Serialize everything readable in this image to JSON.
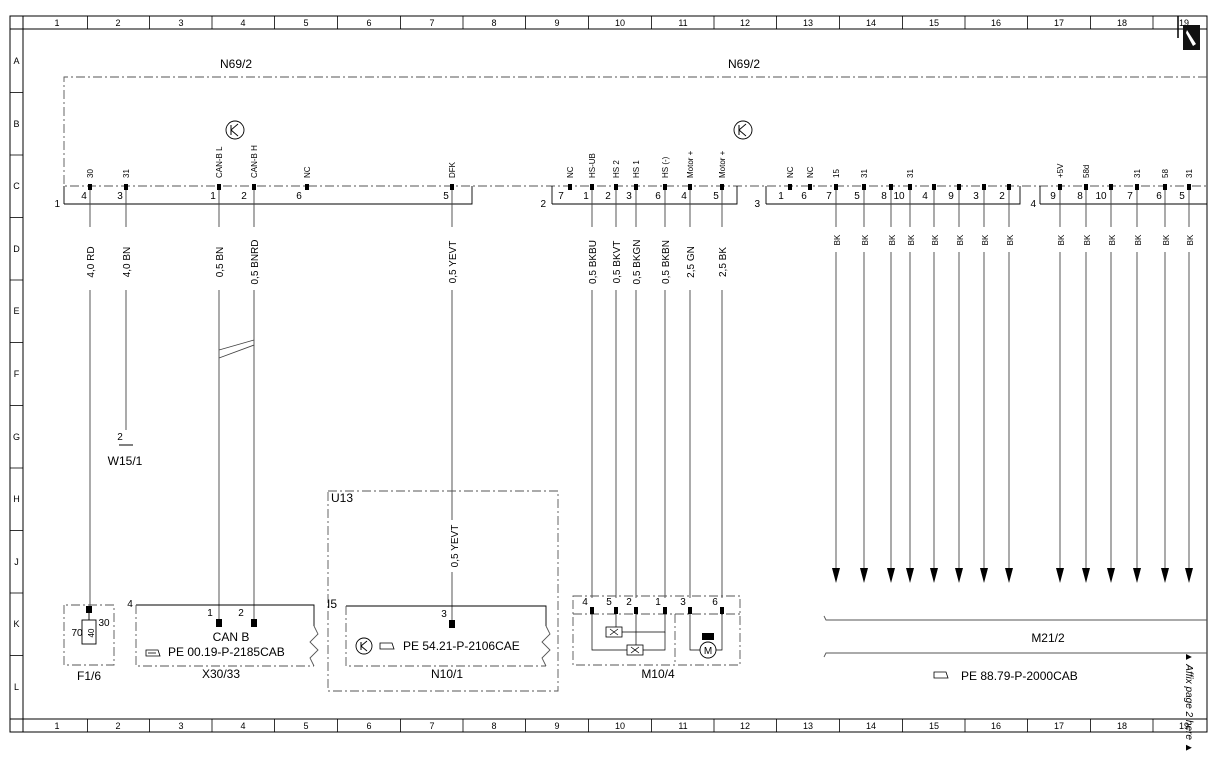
{
  "grid": {
    "columns": [
      "1",
      "2",
      "3",
      "4",
      "5",
      "6",
      "7",
      "8",
      "9",
      "10",
      "11",
      "12",
      "13",
      "14",
      "15",
      "16",
      "17",
      "18",
      "19"
    ],
    "rows": [
      "A",
      "B",
      "C",
      "D",
      "E",
      "F",
      "G",
      "H",
      "J",
      "K",
      "L"
    ]
  },
  "modules": {
    "left_label": "N69/2",
    "right_label": "N69/2"
  },
  "connectors": [
    {
      "id": "1",
      "pins": [
        {
          "num": "4",
          "signal": "30",
          "wire": "4,0 RD"
        },
        {
          "num": "3",
          "signal": "31",
          "wire": "4,0 BN"
        },
        {
          "num": "1",
          "signal": "CAN-B L",
          "wire": "0,5 BN"
        },
        {
          "num": "2",
          "signal": "CAN-B H",
          "wire": "0,5 BNRD"
        },
        {
          "num": "6",
          "signal": "NC",
          "wire": ""
        },
        {
          "num": "5",
          "signal": "DFK",
          "wire": "0,5 YEVT"
        }
      ]
    },
    {
      "id": "2",
      "pins": [
        {
          "num": "7",
          "signal": "NC",
          "wire": ""
        },
        {
          "num": "1",
          "signal": "HS-UB",
          "wire": "0,5 BKBU"
        },
        {
          "num": "2",
          "signal": "HS 2",
          "wire": "0,5 BKVT"
        },
        {
          "num": "3",
          "signal": "HS 1",
          "wire": "0,5 BKGN"
        },
        {
          "num": "6",
          "signal": "HS (-)",
          "wire": "0,5 BKBN"
        },
        {
          "num": "4",
          "signal": "Motor +",
          "wire": "2,5 GN"
        },
        {
          "num": "5",
          "signal": "Motor +",
          "wire": "2,5 BK"
        }
      ]
    },
    {
      "id": "3",
      "pins": [
        {
          "num": "1",
          "signal": "NC",
          "wire": ""
        },
        {
          "num": "6",
          "signal": "NC",
          "wire": ""
        },
        {
          "num": "7",
          "signal": "15",
          "wire": "BK"
        },
        {
          "num": "5",
          "signal": "31",
          "wire": "BK"
        },
        {
          "num": "8",
          "signal": "",
          "wire": "BK"
        },
        {
          "num": "10",
          "signal": "31",
          "wire": "BK"
        },
        {
          "num": "4",
          "signal": "",
          "wire": "BK"
        },
        {
          "num": "9",
          "signal": "",
          "wire": "BK"
        },
        {
          "num": "3",
          "signal": "",
          "wire": "BK"
        },
        {
          "num": "2",
          "signal": "",
          "wire": "BK"
        }
      ]
    },
    {
      "id": "4",
      "pins": [
        {
          "num": "9",
          "signal": "+5V",
          "wire": "BK"
        },
        {
          "num": "8",
          "signal": "58d",
          "wire": "BK"
        },
        {
          "num": "10",
          "signal": "",
          "wire": "BK"
        },
        {
          "num": "7",
          "signal": "31",
          "wire": "BK"
        },
        {
          "num": "6",
          "signal": "58",
          "wire": "BK"
        },
        {
          "num": "5",
          "signal": "31",
          "wire": "BK"
        }
      ]
    }
  ],
  "components": {
    "w15": {
      "pin": "2",
      "label": "W15/1"
    },
    "f16": {
      "label": "F1/6",
      "pin30": "30",
      "pin70": "70",
      "fuse": "40",
      "pin30b": "30"
    },
    "x3033": {
      "label": "X30/33",
      "num": "4",
      "title": "CAN B",
      "ref": "PE 00.19-P-2185CAB",
      "pin1": "1",
      "pin2": "2"
    },
    "u13": {
      "label": "U13"
    },
    "n101": {
      "label": "N10/1",
      "i5": "I5",
      "pin": "3",
      "ref": "PE 54.21-P-2106CAE",
      "wire": "0,5 YEVT"
    },
    "m104": {
      "label": "M10/4",
      "pins": [
        "4",
        "5",
        "2",
        "1",
        "3",
        "6"
      ],
      "motor": "M"
    },
    "m212": {
      "label": "M21/2",
      "ref": "PE 88.79-P-2000CAB"
    }
  },
  "side_note": "▲ Affix page 2 here ▲"
}
